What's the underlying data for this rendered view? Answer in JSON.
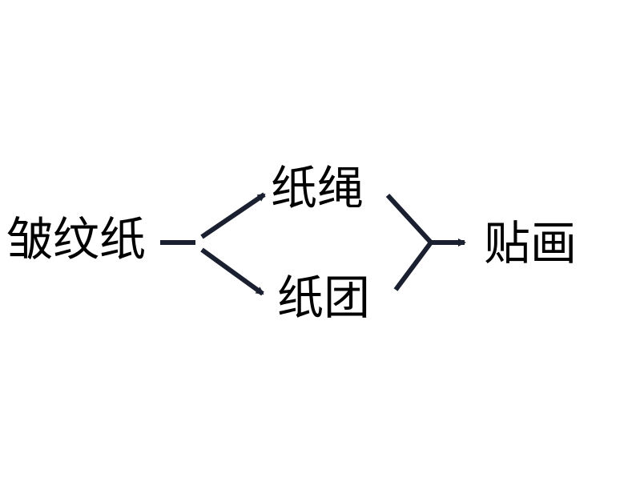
{
  "nodes": {
    "crepe_paper": "皱纹纸",
    "paper_rope": "纸绳",
    "paper_ball": "纸团",
    "collage": "贴画"
  },
  "colors": {
    "stroke": "#1a2030",
    "text": "#000000",
    "background": "#ffffff"
  }
}
